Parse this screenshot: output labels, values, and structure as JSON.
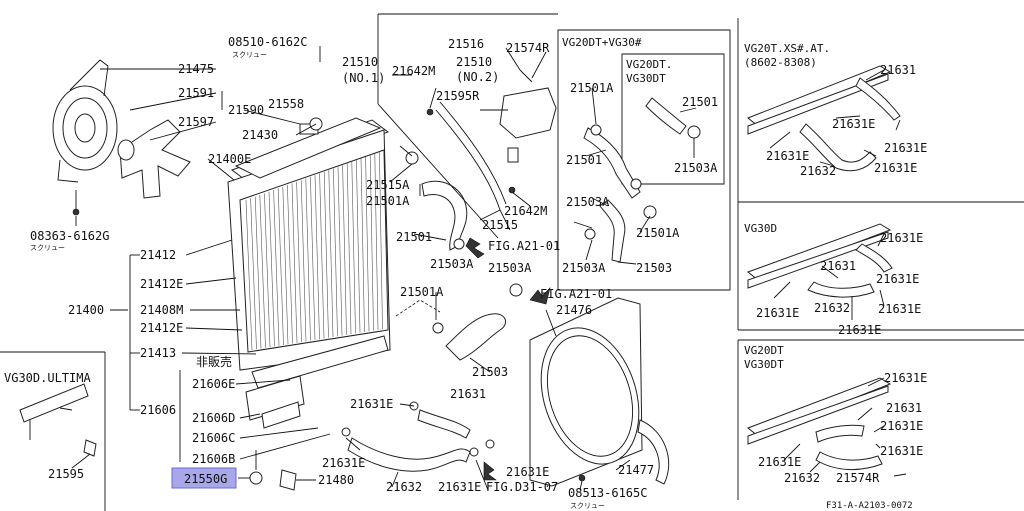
{
  "labels": {
    "p08510": "08510-6162C",
    "screw1": "スクリュー",
    "p21475": "21475",
    "p21591": "21591",
    "p21590": "21590",
    "p21597": "21597",
    "p21558": "21558",
    "p21430": "21430",
    "p21400e": "21400E",
    "p08363": "08363-6162G",
    "screw2": "スクリュー",
    "p21510": "21510",
    "no1": "(NO.1)",
    "p21642m_a": "21642M",
    "p21516": "21516",
    "p21574r_a": "21574R",
    "p21510b": "21510",
    "no2": "(NO.2)",
    "p21595r": "21595R",
    "p21515a": "21515A",
    "p21501a_a": "21501A",
    "p21642m_b": "21642M",
    "p21515": "21515",
    "p21412": "21412",
    "p21501": "21501",
    "p21412e_a": "21412E",
    "p21400": "21400",
    "p21408m": "21408M",
    "p21412e_b": "21412E",
    "p21503a_a": "21503A",
    "p21503a_b": "21503A",
    "fig1": "FIG.A21-01",
    "p21501a_b": "21501A",
    "fig2": "FIG.A21-01",
    "p21476": "21476",
    "p21413": "21413",
    "hihanbai": "非販売",
    "p21606e": "21606E",
    "p21606": "21606",
    "p21606d": "21606D",
    "p21606c": "21606C",
    "p21606b": "21606B",
    "p21550g": "21550G",
    "p21480": "21480",
    "p21631e_a": "21631E",
    "p21631_a": "21631",
    "p21503": "21503",
    "p21631e_b": "21631E",
    "p21631e_c": "21631E",
    "p21632": "21632",
    "p21631e_d": "21631E",
    "figd": "FIG.D31-07",
    "p08513": "08513-6165C",
    "screw3": "スクリュー",
    "p21477": "21477",
    "ultima_title": "VG30D.ULTIMA",
    "p21595": "21595",
    "vg20dt30_title": "VG20DT+VG30#",
    "vg20dt_sub1": "VG20DT.",
    "vg20dt_sub2": "VG30DT",
    "c_21501a": "21501A",
    "c_21501": "21501",
    "c_21503a_a": "21503A",
    "c_21501b": "21501",
    "c_21503a_b": "21503A",
    "c_21501a_b": "21501A",
    "c_21503a_c": "21503A",
    "c_21503": "21503",
    "r1_title": "VG20T.XS#.AT.",
    "r1_range": "(8602-8308)",
    "r1_21631": "21631",
    "r1_21631e_a": "21631E",
    "r1_21631e_b": "21631E",
    "r1_21631e_c": "21631E",
    "r1_21632": "21632",
    "r1_21631e_d": "21631E",
    "r2_title": "VG30D",
    "r2_21631e_a": "21631E",
    "r2_21631": "21631",
    "r2_21631e_b": "21631E",
    "r2_21632": "21632",
    "r2_21631e_c": "21631E",
    "r2_21631e_d": "21631E",
    "r3_title1": "VG20DT",
    "r3_title2": "VG30DT",
    "r3_21631e_a": "21631E",
    "r3_21631": "21631",
    "r3_21631e_b": "21631E",
    "r3_21631e_c": "21631E",
    "r3_21631e_d": "21631E",
    "r3_21632": "21632",
    "r3_21574r": "21574R",
    "figref": "F31-A-A2103-0072"
  },
  "colors": {
    "highlight": "#a7a7ea",
    "ink": "#111111"
  }
}
